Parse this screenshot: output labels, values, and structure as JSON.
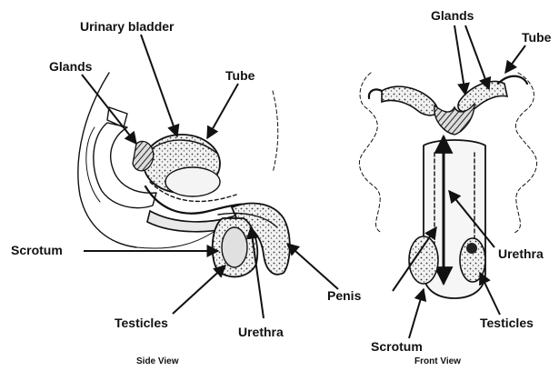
{
  "views": {
    "side": {
      "caption": "Side View",
      "labels": {
        "urinary_bladder": "Urinary bladder",
        "glands": "Glands",
        "tube": "Tube",
        "scrotum": "Scrotum",
        "testicles": "Testicles",
        "urethra": "Urethra",
        "penis": "Penis"
      }
    },
    "front": {
      "caption": "Front View",
      "labels": {
        "glands": "Glands",
        "tube": "Tube",
        "urethra": "Urethra",
        "scrotum": "Scrotum",
        "testicles": "Testicles"
      }
    }
  }
}
